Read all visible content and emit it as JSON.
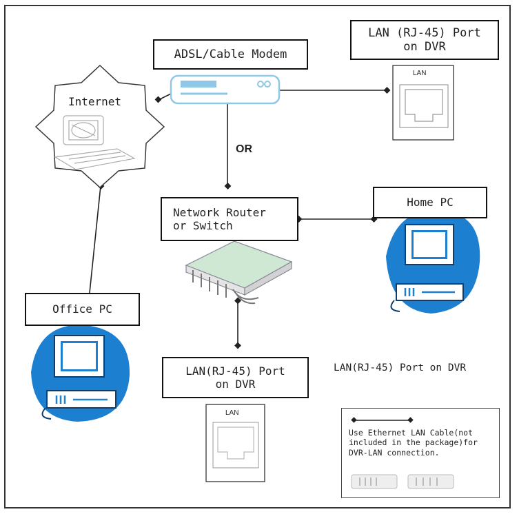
{
  "labels": {
    "modem": "ADSL/Cable Modem",
    "dvr_port_top": "LAN (RJ-45) Port\non DVR",
    "internet": "Internet",
    "or": "OR",
    "router": "Network Router\nor Switch",
    "home_pc": "Home PC",
    "office_pc": "Office PC",
    "dvr_port_bottom": "LAN(RJ-45) Port\non DVR",
    "dvr_port_side": "LAN(RJ-45) Port on DVR",
    "lan_jack_top": "LAN",
    "lan_jack_bottom": "LAN"
  },
  "legend": {
    "text": "Use Ethernet LAN Cable(not included in the package)for DVR-LAN connection."
  },
  "colors": {
    "pc_blue": "#1c7fd0",
    "router_green": "#cfe8d4",
    "modem_blue": "#8fc7e6"
  }
}
